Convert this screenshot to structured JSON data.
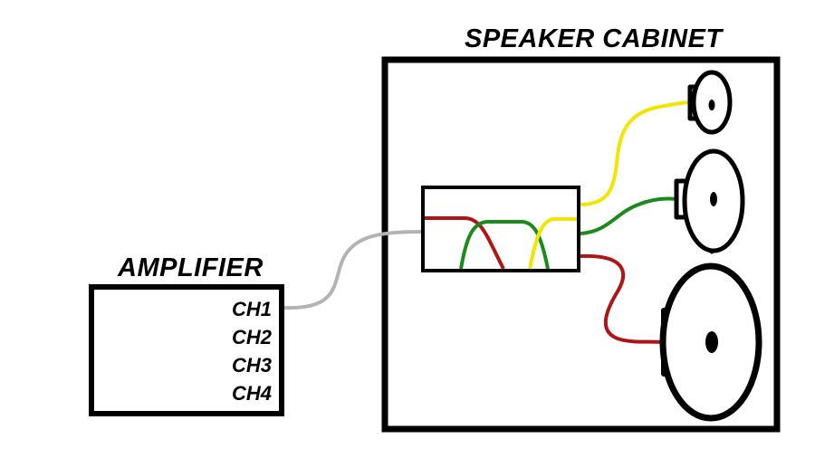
{
  "cabinet": {
    "title": "SPEAKER CABINET"
  },
  "amplifier": {
    "title": "AMPLIFIER",
    "channels": [
      "CH1",
      "CH2",
      "CH3",
      "CH4"
    ]
  },
  "colors": {
    "outline": "#000000",
    "input_wire": "#b3b3b3",
    "tweeter_wire": "#f2e600",
    "midrange_wire": "#1a8a1a",
    "woofer_wire": "#b01515"
  }
}
